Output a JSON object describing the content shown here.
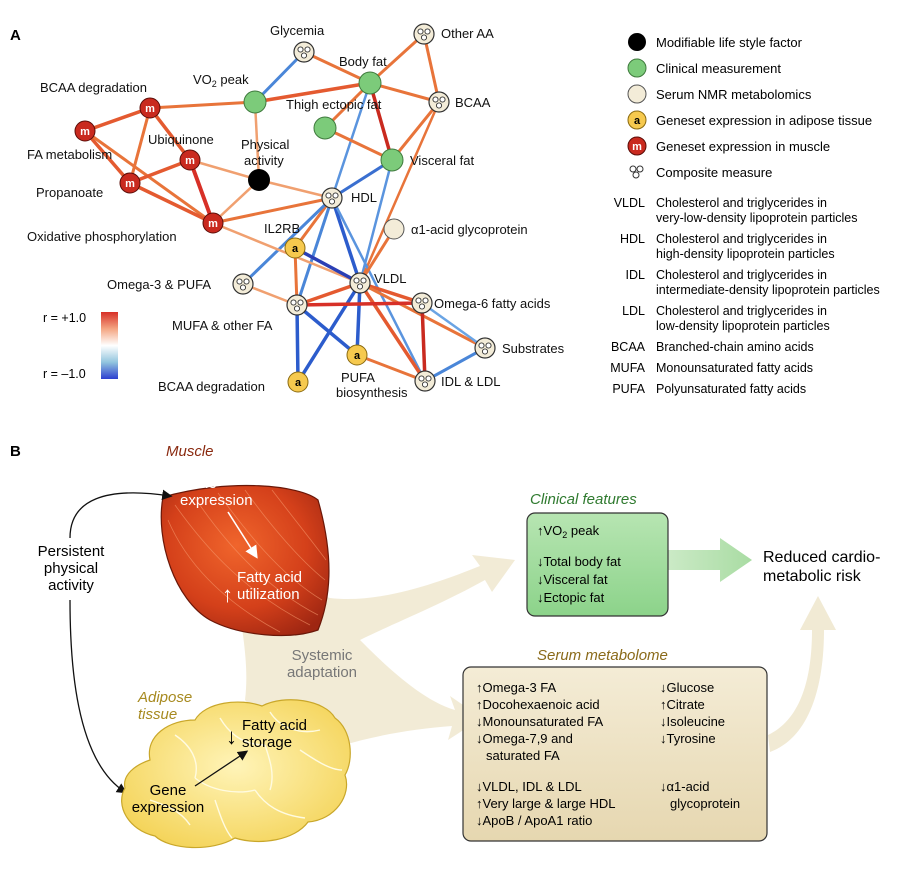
{
  "panel_a": {
    "label": "A",
    "nodes": {
      "glycemia": "Glycemia",
      "other_aa": "Other AA",
      "body_fat": "Body fat",
      "vo2_main": "VO",
      "vo2_sub": "2",
      "vo2_tail": " peak",
      "bcaa_deg_top": "BCAA degradation",
      "bcaa_right": "BCAA",
      "thigh": "Thigh ectopic fat",
      "ubiquinone": "Ubiquinone",
      "fa_metabolism": "FA metabolism",
      "physical_1": "Physical",
      "physical_2": "activity",
      "visceral": "Visceral fat",
      "propanoate": "Propanoate",
      "hdl": "HDL",
      "il2rb": "IL2RB",
      "alpha1": "α1-acid glycoprotein",
      "oxphos": "Oxidative phosphorylation",
      "omega3": "Omega-3 & PUFA",
      "vldl": "VLDL",
      "omega6": "Omega-6 fatty acids",
      "mufa": "MUFA & other FA",
      "substrates": "Substrates",
      "bcaa_deg_bottom": "BCAA degradation",
      "pufa_1": "PUFA",
      "pufa_2": "biosynthesis",
      "idl_ldl": "IDL & LDL",
      "m_letter": "m",
      "a_letter": "a"
    },
    "scale": {
      "top": "r = +1.0",
      "bottom": "r = –1.0"
    },
    "legend": [
      {
        "label": "Modifiable life style factor",
        "color": "#000000"
      },
      {
        "label": "Clinical measurement",
        "color": "#7ccb7a"
      },
      {
        "label": "Serum NMR metabolomics",
        "color": "#f3ecd8"
      },
      {
        "label": "Geneset expression in adipose tissue",
        "color": "#f6c94e"
      },
      {
        "label": "Geneset expression in muscle",
        "color": "#c92a1f"
      },
      {
        "label": "Composite measure",
        "color": "#ffffff"
      }
    ],
    "abbreviations": [
      {
        "abbr": "VLDL",
        "line1": "Cholesterol and triglycerides in",
        "line2": "very-low-density lipoprotein particles"
      },
      {
        "abbr": "HDL",
        "line1": "Cholesterol and triglycerides in",
        "line2": "high-density lipoprotein particles"
      },
      {
        "abbr": "IDL",
        "line1": "Cholesterol and triglycerides in",
        "line2": "intermediate-density lipoprotein particles"
      },
      {
        "abbr": "LDL",
        "line1": "Cholesterol and triglycerides in",
        "line2": "low-density lipoprotein particles"
      },
      {
        "abbr": "BCAA",
        "line1": "Branched-chain amino acids",
        "line2": ""
      },
      {
        "abbr": "MUFA",
        "line1": "Monounsaturated fatty acids",
        "line2": ""
      },
      {
        "abbr": "PUFA",
        "line1": "Polyunsaturated fatty acids",
        "line2": ""
      }
    ]
  },
  "panel_b": {
    "label": "B",
    "muscle_title": "Muscle",
    "muscle_gene_1": "Gene",
    "muscle_gene_2": "expression",
    "muscle_fa_1": "Fatty acid",
    "muscle_fa_2": "utilization",
    "persistent_1": "Persistent",
    "persistent_2": "physical",
    "persistent_3": "activity",
    "systemic_1": "Systemic",
    "systemic_2": "adaptation",
    "adipose_1": "Adipose",
    "adipose_2": "tissue",
    "adipose_fa_1": "Fatty acid",
    "adipose_fa_2": "storage",
    "adipose_gene_1": "Gene",
    "adipose_gene_2": "expression",
    "clinical_title": "Clinical features",
    "clinical_items": [
      {
        "arrow": "↑",
        "text": "VO",
        "sub": "2",
        "tail": " peak"
      },
      {
        "arrow": "↓",
        "text": "Total body fat",
        "sub": "",
        "tail": ""
      },
      {
        "arrow": "↓",
        "text": "Visceral fat",
        "sub": "",
        "tail": ""
      },
      {
        "arrow": "↓",
        "text": "Ectopic fat",
        "sub": "",
        "tail": ""
      }
    ],
    "risk_1": "Reduced cardio-",
    "risk_2": "metabolic risk",
    "serum_title": "Serum metabolome",
    "serum_left": [
      {
        "arrow": "↑",
        "text": "Omega-3 FA"
      },
      {
        "arrow": "↑",
        "text": "Docohexaenoic acid"
      },
      {
        "arrow": "↓",
        "text": "Monounsaturated FA"
      },
      {
        "arrow": "↓",
        "text": "Omega-7,9 and"
      },
      {
        "arrow": "",
        "text": "saturated FA"
      },
      {
        "arrow": "↓",
        "text": "VLDL, IDL & LDL"
      },
      {
        "arrow": "↑",
        "text": "Very large & large HDL"
      },
      {
        "arrow": "↓",
        "text": "ApoB / ApoA1 ratio"
      }
    ],
    "serum_right": [
      {
        "arrow": "↓",
        "text": "Glucose"
      },
      {
        "arrow": "↑",
        "text": "Citrate"
      },
      {
        "arrow": "↓",
        "text": "Isoleucine"
      },
      {
        "arrow": "↓",
        "text": "Tyrosine"
      },
      {
        "arrow": "↓",
        "text": "α1-acid"
      },
      {
        "arrow": "",
        "text": "glycoprotein"
      }
    ]
  }
}
